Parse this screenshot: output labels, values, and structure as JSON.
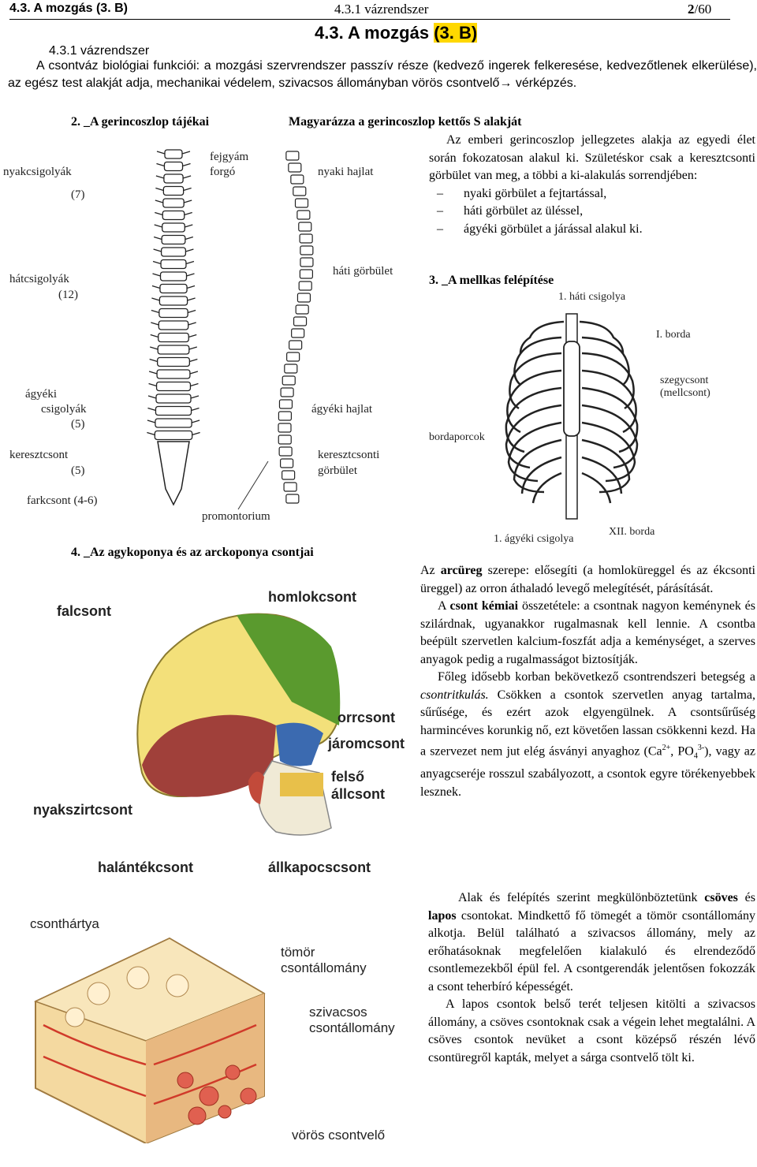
{
  "header": {
    "left": "4.3. A mozgás (3. B)",
    "center": "4.3.1 vázrendszer",
    "page_current": "2",
    "page_total": "/60"
  },
  "title": {
    "main": "4.3. A mozgás ",
    "highlight": "(3. B)"
  },
  "subtitle": "4.3.1 vázrendszer",
  "intro": "A csontváz biológiai funkciói: a mozgási szervrendszer passzív része (kedvező ingerek felkeresése, kedvezőtlenek elkerülése), az egész test alakját adja, mechanikai védelem, szivacsos állományban vörös csontvelő→ vérképzés.",
  "section2": {
    "heading": "2. _A gerincoszlop tájékai",
    "question": "Magyarázza a gerincoszlop kettős S alakját",
    "text": "Az emberi gerincoszlop jellegzetes alakja az egyedi élet során fokozatosan alakul ki. Születéskor csak a keresztcsonti görbület van meg, a többi a ki-alakulás sorrendjében:",
    "items": [
      "nyaki görbület a fejtartással,",
      "háti görbület az üléssel,",
      "ágyéki görbület a járással alakul ki."
    ],
    "spine_labels": {
      "fejgyam": "fejgyám",
      "forgo": "forgó",
      "nyakcsigolyak": "nyakcsigolyák",
      "nyak_count": "(7)",
      "hatcsigolyak": "hátcsigolyák",
      "hat_count": "(12)",
      "agyeki1": "ágyéki",
      "agyeki2": "csigolyák",
      "agyeki_count": "(5)",
      "keresztcsont": "keresztcsont",
      "kereszt_count": "(5)",
      "farkcsont": "farkcsont (4-6)",
      "promontorium": "promontorium",
      "nyaki_hajlat": "nyaki  hajlat",
      "hati_gorbulet": "háti  görbület",
      "agyeki_hajlat": "ágyéki  hajlat",
      "kg1": "keresztcsonti",
      "kg2": "görbület"
    }
  },
  "section3": {
    "heading": "3. _A mellkas felépítése",
    "labels": {
      "hati_csigolya": "1. háti csigolya",
      "borda1": "I. borda",
      "szegycsont1": "szegycsont",
      "szegycsont2": "(mellcsont)",
      "bordaporcok": "bordaporcok",
      "agyeki_csigolya": "1. ágyéki csigolya",
      "borda12": "XII. borda"
    }
  },
  "section4": {
    "heading": "4. _Az agykoponya és az arckoponya csontjai",
    "skull_labels": {
      "homlokcsont": "homlokcsont",
      "falcsont": "falcsont",
      "orrcsont": "orrcsont",
      "jaromcsont": "járomcsont",
      "felso": "felső",
      "allcsont": "állcsont",
      "nyakszirtcsont": "nyakszirtcsont",
      "halantekcsont": "halántékcsont",
      "allkapocscsont": "állkapocscsont"
    },
    "p1_a": "Az ",
    "p1_b": "arcüreg",
    "p1_c": " szerepe: elősegíti (a homloküreggel és az ékcsonti üreggel) az orron áthaladó levegő melegítését, párásítását.",
    "p2_a": "A ",
    "p2_b": "csont kémiai",
    "p2_c": " összetétele: a csontnak nagyon keménynek és szilárdnak, ugyanakkor rugalmasnak kell lennie. A csontba beépült szervetlen kalcium-foszfát adja a keménységet, a szerves anyagok pedig a rugalmasságot biztosítják.",
    "p3_a": "Főleg idősebb korban bekövetkező csontrendszeri betegség a ",
    "p3_b": "csontritkulás.",
    "p3_c": " Csökken a csontok szervetlen anyag tartalma, sűrűsége, és ezért azok elgyengülnek. A csontsűrűség harmincéves korunkig nő, ezt követően lassan csökkenni kezd. Ha a szervezet nem jut elég ásványi anyaghoz (Ca",
    "p3_sup1": "2+",
    "p3_d": ", PO",
    "p3_sub": "4",
    "p3_sup2": "3-",
    "p3_e": "), vagy az anyagcseréje rosszul szabályozott, a csontok egyre törékenyebbek lesznek."
  },
  "section5": {
    "bone_labels": {
      "csonthartya": "csonthártya",
      "tomor1": "tömör",
      "tomor2": "csontállomány",
      "szivacsos1": "szivacsos",
      "szivacsos2": "csontállomány",
      "voros": "vörös csontvelő"
    },
    "p1_a": "Alak és felépítés szerint megkülönböztetünk ",
    "p1_b": "csöves",
    "p1_c": " és ",
    "p1_d": "lapos",
    "p1_e": " csontokat. Mindkettő fő tömegét a tömör csontállomány alkotja. Belül található a szivacsos állomány, mely az erőhatásoknak megfelelően kialakuló és elrendeződő csontlemezekből épül fel. A csontgerendák jelentősen fokozzák a csont teherbíró képességét.",
    "p2": "A lapos csontok belső terét teljesen kitölti a szivacsos állomány, a csöves csontoknak csak a végein lehet megtalálni. A csöves csontok nevüket a csont középső részén lévő csontüregről kapták, melyet a sárga csontvelő tölt ki."
  }
}
